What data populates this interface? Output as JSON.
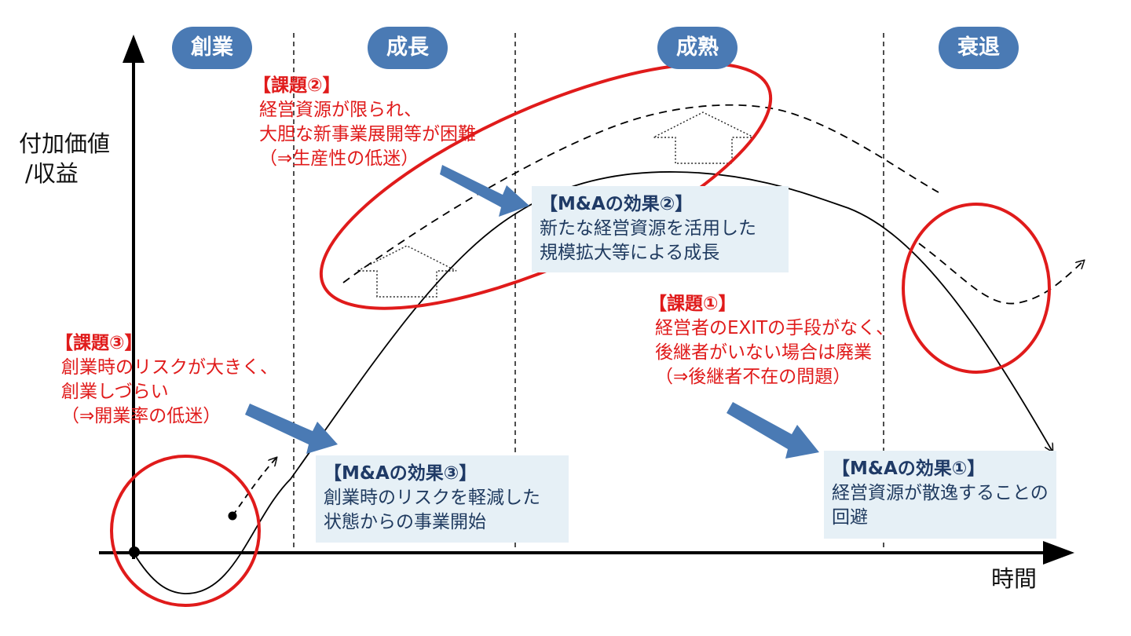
{
  "stages": [
    "創業",
    "成長",
    "成熟",
    "衰退"
  ],
  "axes": {
    "y_label_line1": "付加価値",
    "y_label_line2": "/収益",
    "x_label": "時間"
  },
  "issues": [
    {
      "title": "【課題①】",
      "lines": [
        "経営者のEXITの手段がなく、",
        "後継者がいない場合は廃業",
        "（⇒後継者不在の問題）"
      ]
    },
    {
      "title": "【課題②】",
      "lines": [
        "経営資源が限られ、",
        "大胆な新事業展開等が困難",
        "（⇒生産性の低迷）"
      ]
    },
    {
      "title": "【課題③】",
      "lines": [
        "創業時のリスクが大きく、",
        "創業しづらい",
        "（⇒開業率の低迷）"
      ]
    }
  ],
  "effects": [
    {
      "title": "【M&Aの効果①】",
      "lines": [
        "経営資源が散逸することの",
        "回避"
      ]
    },
    {
      "title": "【M&Aの効果②】",
      "lines": [
        "新たな経営資源を活用した",
        "規模拡大等による成長"
      ]
    },
    {
      "title": "【M&Aの効果③】",
      "lines": [
        "創業時のリスクを軽減した",
        "状態からの事業開始"
      ]
    }
  ],
  "colors": {
    "stage_pill": "#4a7ab4",
    "issue_text": "#e01b1b",
    "highlight_ellipse": "#e01b1b",
    "arrow": "#4a7ab4",
    "effect_box": "#e6f0f6",
    "effect_text": "#1f3a5f"
  }
}
